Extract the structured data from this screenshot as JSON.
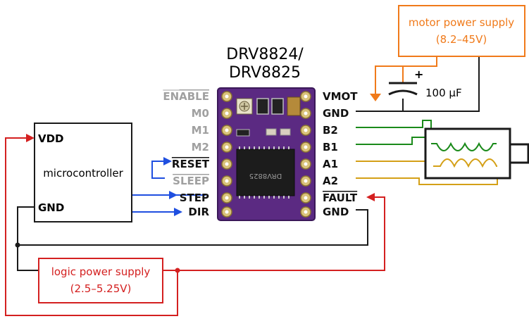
{
  "driver": {
    "title_line1": "DRV8824/",
    "title_line2": "DRV8825",
    "chip_marking": "DRV8825",
    "left_pins": [
      {
        "label": "ENABLE",
        "active": false,
        "overline": true
      },
      {
        "label": "M0",
        "active": false,
        "overline": false
      },
      {
        "label": "M1",
        "active": false,
        "overline": false
      },
      {
        "label": "M2",
        "active": false,
        "overline": false
      },
      {
        "label": "RESET",
        "active": true,
        "overline": true
      },
      {
        "label": "SLEEP",
        "active": false,
        "overline": true
      },
      {
        "label": "STEP",
        "active": true,
        "overline": false
      },
      {
        "label": "DIR",
        "active": true,
        "overline": false
      }
    ],
    "right_pins": [
      {
        "label": "VMOT",
        "overline": false
      },
      {
        "label": "GND",
        "overline": false
      },
      {
        "label": "B2",
        "overline": false
      },
      {
        "label": "B1",
        "overline": false
      },
      {
        "label": "A1",
        "overline": false
      },
      {
        "label": "A2",
        "overline": false
      },
      {
        "label": "FAULT",
        "overline": true
      },
      {
        "label": "GND",
        "overline": false
      }
    ]
  },
  "microcontroller": {
    "label": "microcontroller",
    "vdd_label": "VDD",
    "gnd_label": "GND"
  },
  "motor_supply": {
    "line1": "motor power supply",
    "line2": "(8.2–45V)"
  },
  "logic_supply": {
    "line1": "logic power supply",
    "line2": "(2.5–5.25V)"
  },
  "capacitor": {
    "label": "100 µF",
    "plus": "+"
  },
  "colors": {
    "wire_black": "#1a1a1a",
    "wire_red": "#d42020",
    "wire_blue": "#1f4fe0",
    "wire_green": "#1a8a1a",
    "wire_yellow": "#d4a017",
    "orange": "#f07a1a",
    "inactive_pin": "#a0a0a0",
    "board_purple": "#5b2a82"
  }
}
